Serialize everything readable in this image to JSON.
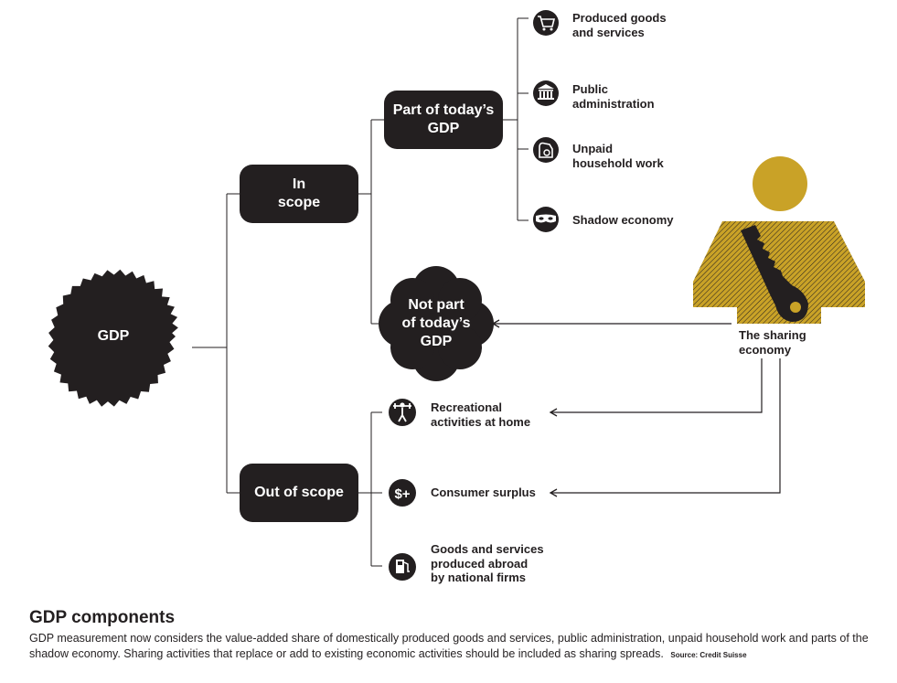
{
  "root": {
    "label": "GDP"
  },
  "branches": {
    "in_scope": {
      "label_line1": "In",
      "label_line2": "scope"
    },
    "out_of_scope": {
      "label": "Out of scope"
    }
  },
  "in_scope_children": {
    "part_of_gdp": {
      "label_line1": "Part of today’s",
      "label_line2": "GDP"
    },
    "not_part_of_gdp": {
      "label_line1": "Not part",
      "label_line2": "of today’s",
      "label_line3": "GDP"
    }
  },
  "gdp_components": [
    {
      "icon": "shopping-cart-icon",
      "line1": "Produced goods",
      "line2": "and services"
    },
    {
      "icon": "government-building-icon",
      "line1": "Public",
      "line2": "administration"
    },
    {
      "icon": "washing-machine-icon",
      "line1": "Unpaid",
      "line2": "household work"
    },
    {
      "icon": "mask-icon",
      "line1": "Shadow economy",
      "line2": ""
    }
  ],
  "out_of_scope_items": [
    {
      "icon": "person-lifting-weights-icon",
      "line1": "Recreational",
      "line2": "activities at home",
      "line3": ""
    },
    {
      "icon": "dollar-plus-icon",
      "line1": "Consumer surplus",
      "line2": "",
      "line3": ""
    },
    {
      "icon": "gas-pump-icon",
      "line1": "Goods and services",
      "line2": "produced abroad",
      "line3": "by national firms"
    }
  ],
  "sharing_economy": {
    "label_line1": "The sharing",
    "label_line2": "economy",
    "icon": "person-with-key-icon"
  },
  "caption": {
    "title": "GDP components",
    "body": "GDP measurement now considers the value-added share of domestically produced goods and services, public administration, unpaid household work and parts of the shadow economy. Sharing activities that replace or add to existing economic activities should be included as sharing spreads.",
    "source": "Source: Credit Suisse"
  },
  "colors": {
    "dark": "#231f20",
    "accent": "#c9a227",
    "background": "#ffffff"
  }
}
